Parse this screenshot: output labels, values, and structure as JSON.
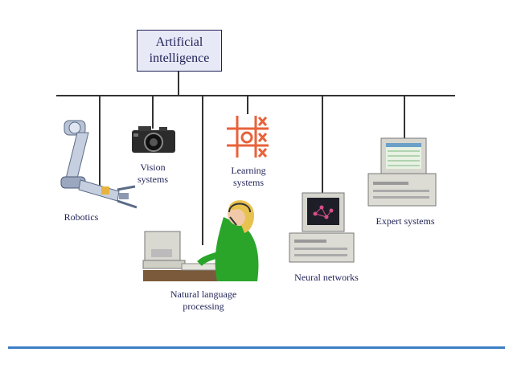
{
  "root": {
    "line1": "Artificial",
    "line2": "intelligence"
  },
  "branches": [
    {
      "id": "robotics",
      "lines": [
        "Robotics"
      ],
      "icon": "robot-arm-icon"
    },
    {
      "id": "vision",
      "lines": [
        "Vision",
        "systems"
      ],
      "icon": "camera-icon"
    },
    {
      "id": "nlp",
      "lines": [
        "Natural language",
        "processing"
      ],
      "icon": "operator-at-computer-icon"
    },
    {
      "id": "learning",
      "lines": [
        "Learning",
        "systems"
      ],
      "icon": "tic-tac-toe-icon"
    },
    {
      "id": "neural",
      "lines": [
        "Neural networks"
      ],
      "icon": "computer-network-icon"
    },
    {
      "id": "expert",
      "lines": [
        "Expert systems"
      ],
      "icon": "desktop-computer-icon"
    }
  ],
  "colors": {
    "text": "#1f2257",
    "box_fill": "#e8e9f7",
    "line": "#333333",
    "rule": "#3b7ec4",
    "tictactoe": "#e8623a",
    "headset_person": "#2aa52a"
  }
}
